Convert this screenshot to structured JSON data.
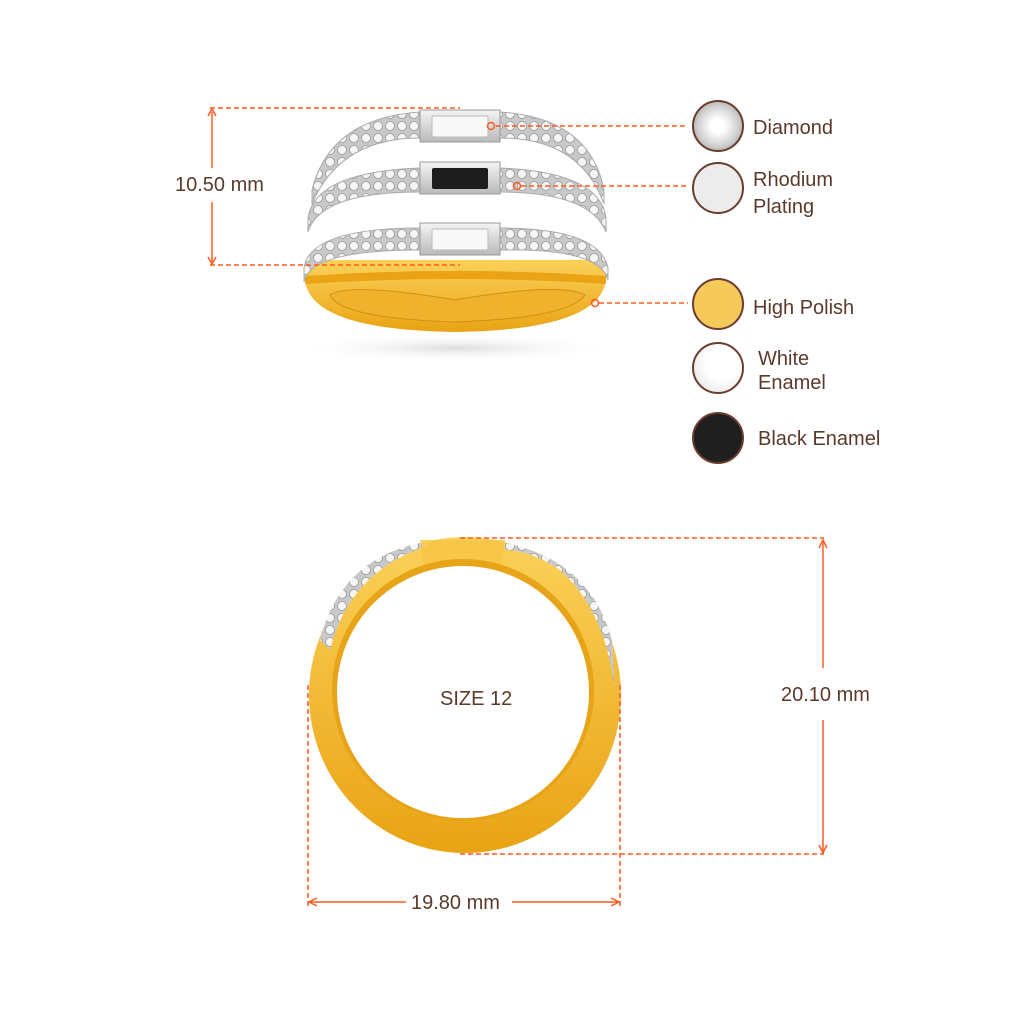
{
  "colors": {
    "accent": "#ff5a1f",
    "text": "#5b3a2c",
    "gold": "#f2b526",
    "silver": "#e6e6e6"
  },
  "top_view": {
    "height_label": "10.50 mm"
  },
  "legend": [
    {
      "label": "Diamond",
      "swatch": "#dcdcdc"
    },
    {
      "label_line1": "Rhodium",
      "label_line2": "Plating",
      "swatch": "#ececec"
    },
    {
      "label": "High Polish",
      "swatch": "#f5c95a"
    },
    {
      "label_line1": "White",
      "label_line2": "Enamel",
      "swatch": "#f7f7f7"
    },
    {
      "label": "Black Enamel",
      "swatch": "#1f1f1f"
    }
  ],
  "front_view": {
    "size_label": "SIZE 12",
    "height_label": "20.10 mm",
    "width_label": "19.80 mm"
  }
}
